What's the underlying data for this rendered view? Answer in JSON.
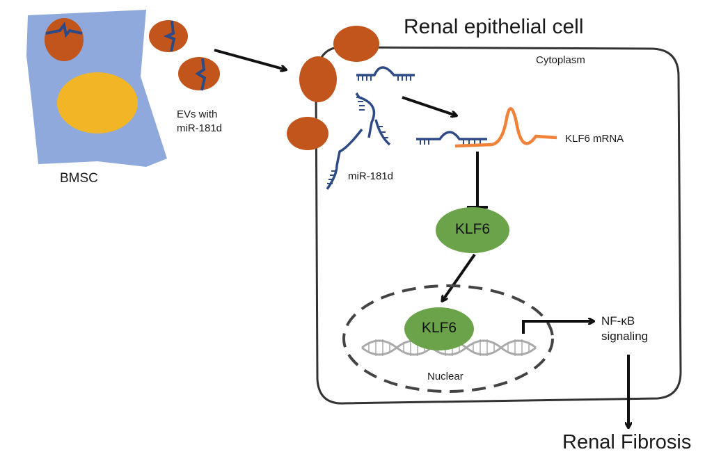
{
  "labels": {
    "bmsc": "BMSC",
    "evs_line1": "EVs with",
    "evs_line2": "miR-181d",
    "cell_title": "Renal epithelial cell",
    "cytoplasm": "Cytoplasm",
    "mirna": "miR-181d",
    "klf6_mrna": "KLF6 mRNA",
    "klf6_protein": "KLF6",
    "klf6_nuclear": "KLF6",
    "nuclear": "Nuclear",
    "nfkb_line1": "NF-κB",
    "nfkb_line2": "signaling",
    "fibrosis": "Renal Fibrosis"
  },
  "colors": {
    "bmsc_body": "#8fa9dc",
    "bmsc_nucleus": "#f2b526",
    "ev": "#c2551c",
    "mirna": "#2e4a86",
    "mrna": "#f0823a",
    "klf6": "#6aa34a",
    "dna": "#a9a9a9",
    "outline": "#333333"
  }
}
